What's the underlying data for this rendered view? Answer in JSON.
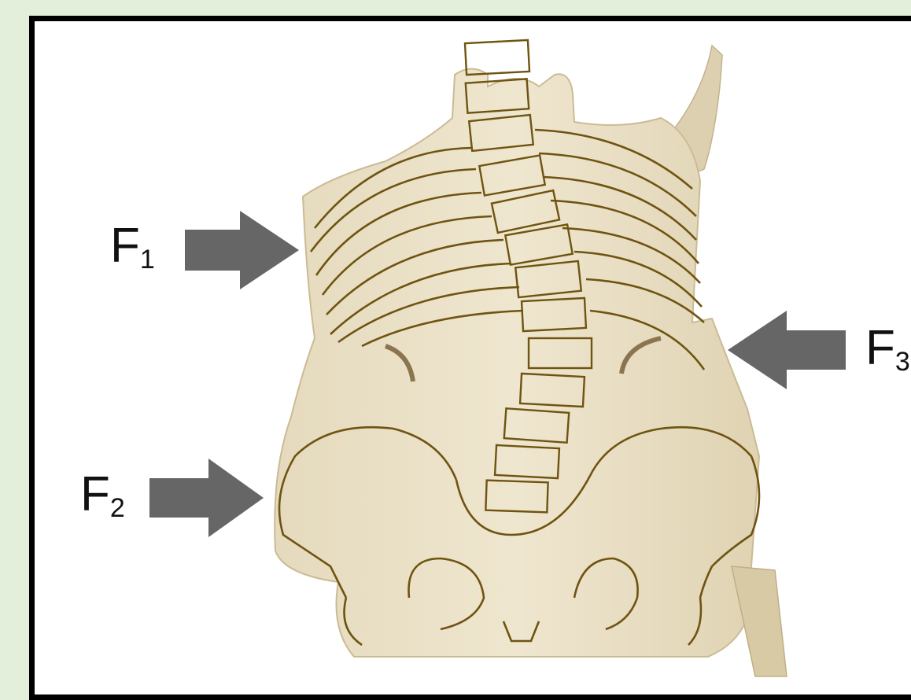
{
  "figure": {
    "forces": [
      {
        "id": "F1",
        "letter": "F",
        "subscript": "1"
      },
      {
        "id": "F2",
        "letter": "F",
        "subscript": "2"
      },
      {
        "id": "F3",
        "letter": "F",
        "subscript": "3"
      }
    ]
  },
  "colors": {
    "background": "#e3eedb",
    "frame": "#000000",
    "brace": "#e8dcc0",
    "outline": "#6e5410",
    "arrow": "#666666"
  }
}
